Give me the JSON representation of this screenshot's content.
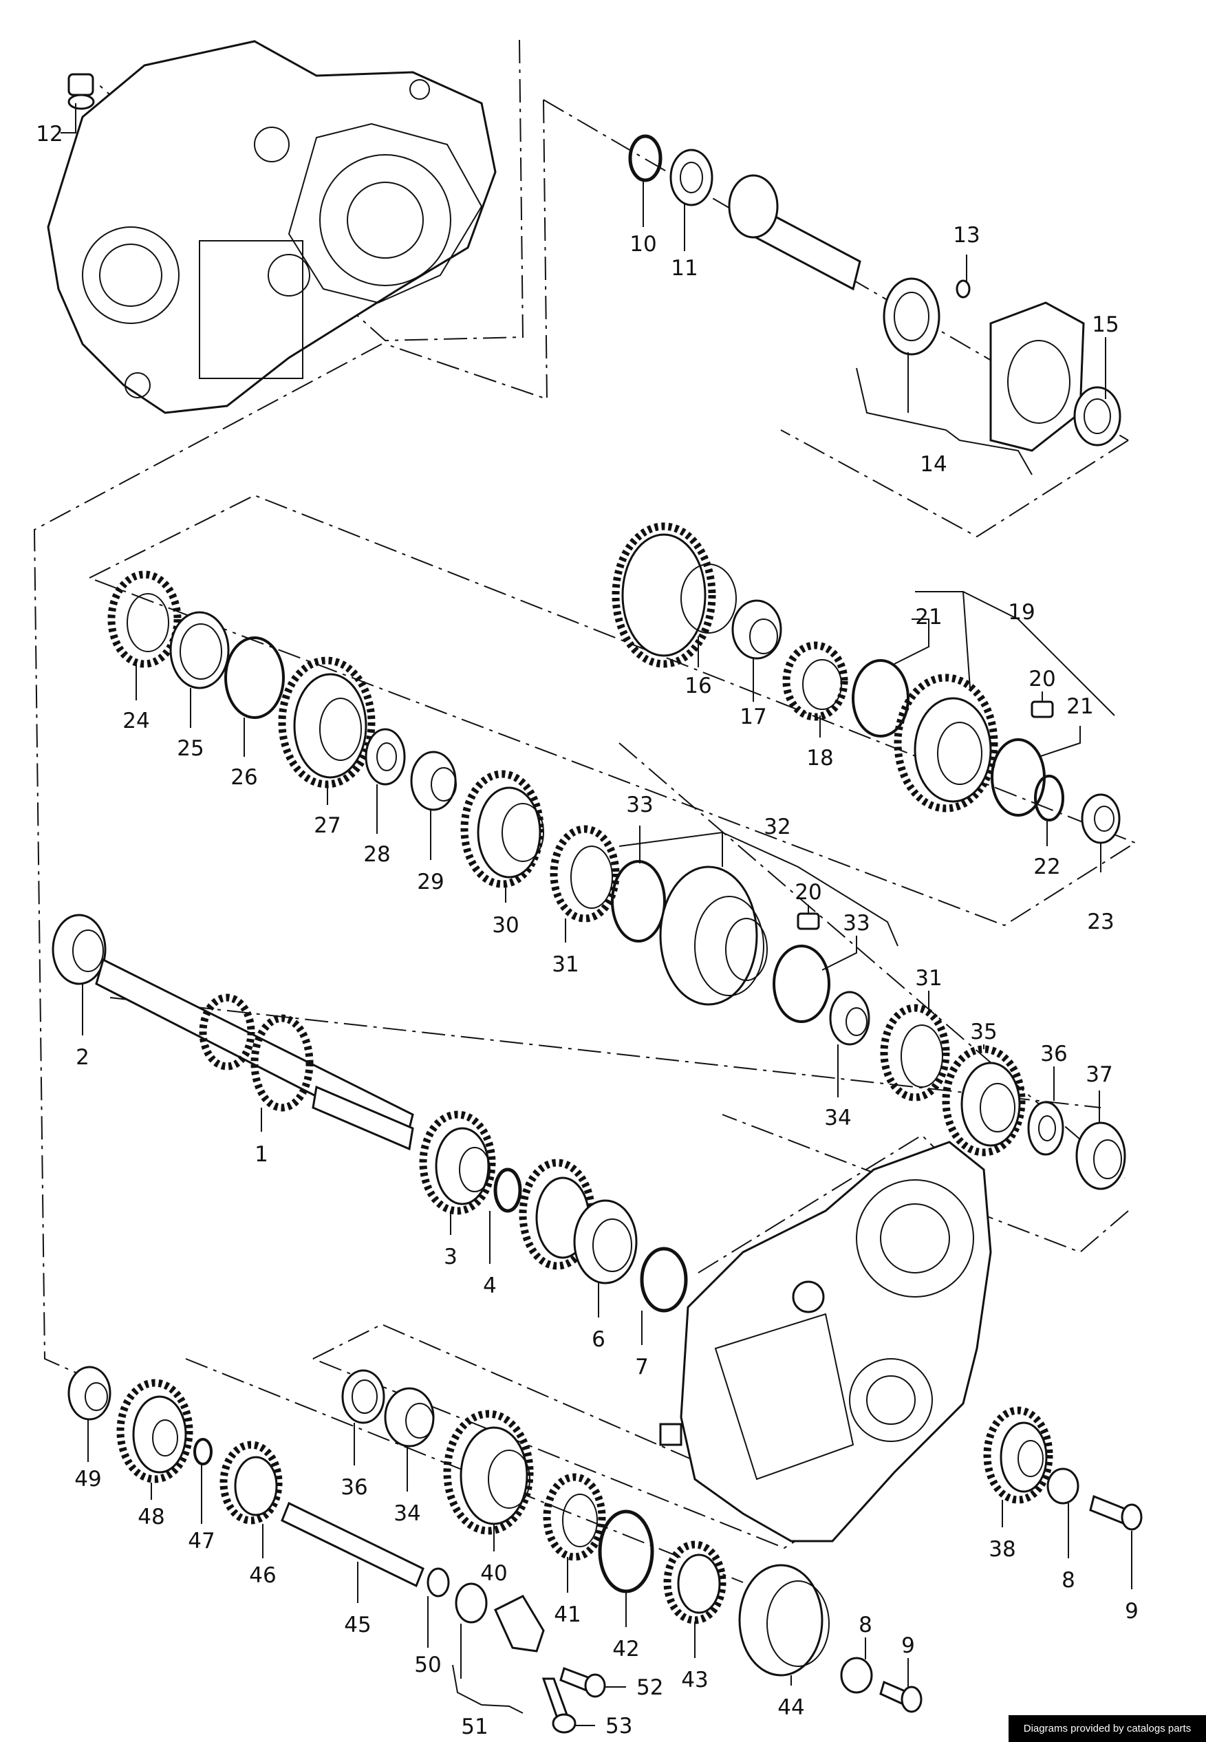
{
  "labels": {
    "l1": "1",
    "l2": "2",
    "l3": "3",
    "l4": "4",
    "l6": "6",
    "l7": "7",
    "l8a": "8",
    "l8b": "8",
    "l9a": "9",
    "l9b": "9",
    "l10": "10",
    "l11": "11",
    "l12": "12",
    "l13": "13",
    "l14": "14",
    "l15": "15",
    "l16": "16",
    "l17": "17",
    "l18": "18",
    "l19": "19",
    "l20a": "20",
    "l20b": "20",
    "l21a": "21",
    "l21b": "21",
    "l22": "22",
    "l23": "23",
    "l24": "24",
    "l25": "25",
    "l26": "26",
    "l27": "27",
    "l28": "28",
    "l29": "29",
    "l30": "30",
    "l31a": "31",
    "l31b": "31",
    "l32": "32",
    "l33a": "33",
    "l33b": "33",
    "l34a": "34",
    "l34b": "34",
    "l35": "35",
    "l36a": "36",
    "l36b": "36",
    "l37": "37",
    "l38": "38",
    "l40": "40",
    "l41": "41",
    "l42": "42",
    "l43": "43",
    "l44": "44",
    "l45": "45",
    "l46": "46",
    "l47": "47",
    "l48": "48",
    "l49": "49",
    "l50": "50",
    "l51": "51",
    "l52": "52",
    "l53": "53"
  },
  "watermark": "Diagrams provided by catalogs parts"
}
